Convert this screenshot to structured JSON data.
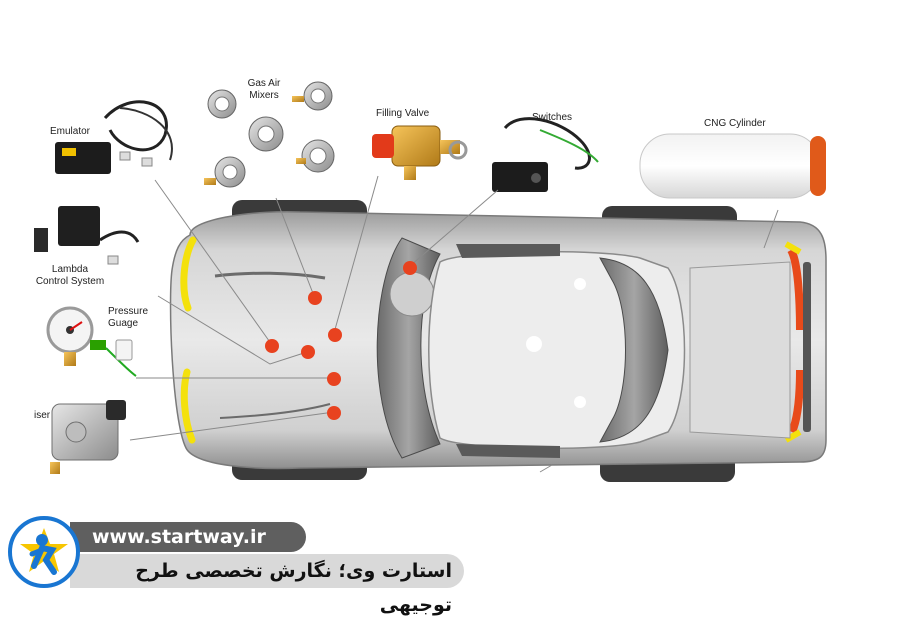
{
  "labels": {
    "gas_air_mixers_line1": "Gas Air",
    "gas_air_mixers_line2": "Mixers",
    "filling_valve": "Filling Valve",
    "switches": "Switches",
    "cng_cylinder": "CNG Cylinder",
    "emulator": "Emulator",
    "lambda_line1": "Lambda",
    "lambda_line2": "Control System",
    "pressure_line1": "Pressure",
    "pressure_line2": "Guage",
    "reducer_partial": "iser"
  },
  "branding": {
    "url": "www.startway.ir",
    "caption": "استارت وی؛ نگارش تخصصی طرح توجیهی"
  },
  "colors": {
    "car_body": "#c8c8c8",
    "marker_dot": "#e8421f",
    "headlight": "#f4e10c",
    "taillight": "#e84a1a",
    "leader_line": "#8a8a8a",
    "brand_dark": "#5f5f5f",
    "brand_light": "#d9d9d9",
    "logo_blue": "#1976d2",
    "logo_star": "#f7c600"
  }
}
